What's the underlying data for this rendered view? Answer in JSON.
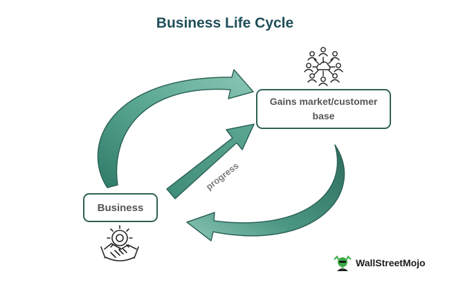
{
  "title": "Business Life Cycle",
  "nodes": {
    "market": {
      "label": "Gains market/customer base"
    },
    "business": {
      "label": "Business"
    }
  },
  "arrows": {
    "progress": {
      "label": "progress"
    }
  },
  "icons": {
    "network": "people-network-icon",
    "business": "gear-handshake-icon",
    "logo": "wallstreetmojo-mascot-icon"
  },
  "brand": {
    "name": "WallStreetMojo"
  },
  "colors": {
    "arrow_fill": "#4a9682",
    "arrow_stroke": "#2d6358",
    "box_border": "#2d5e54",
    "title": "#1f4e5a",
    "node_text": "#555555",
    "label_text": "#7a7a7a",
    "logo_green": "#3aa845"
  }
}
